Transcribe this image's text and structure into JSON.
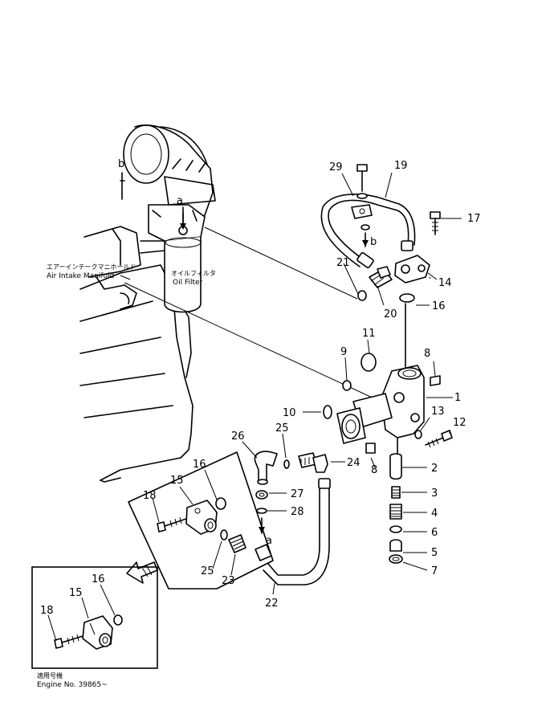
{
  "labels": {
    "air_intake_manifold_jp": "エアーインテークマニホールド",
    "air_intake_manifold_en": "Air Intake Manifold",
    "oil_filter_jp": "オイルフィルタ",
    "oil_filter_en": "Oil Filter",
    "engine_no_jp": "適用号機",
    "engine_no_en": "Engine No. 39865~"
  },
  "view_marks": {
    "a": "a",
    "b": "b"
  },
  "callouts": {
    "c1": "1",
    "c2": "2",
    "c3": "3",
    "c4": "4",
    "c5": "5",
    "c6": "6",
    "c7": "7",
    "c8a": "8",
    "c8b": "8",
    "c9": "9",
    "c10": "10",
    "c11": "11",
    "c12": "12",
    "c13": "13",
    "c14": "14",
    "c15a": "15",
    "c15b": "15",
    "c16a": "16",
    "c16b": "16",
    "c16c": "16",
    "c17": "17",
    "c18a": "18",
    "c18b": "18",
    "c19": "19",
    "c20": "20",
    "c21": "21",
    "c22": "22",
    "c23": "23",
    "c24": "24",
    "c25a": "25",
    "c25b": "25",
    "c26": "26",
    "c27": "27",
    "c28": "28",
    "c29": "29"
  }
}
